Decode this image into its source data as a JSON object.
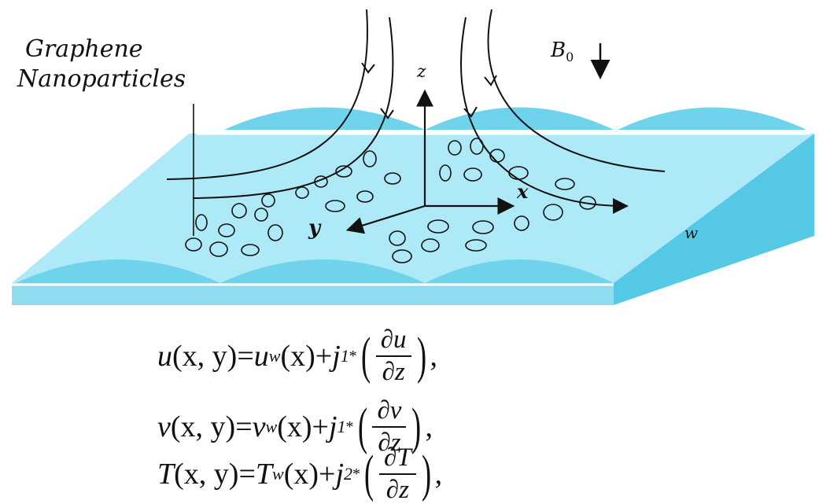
{
  "labels": {
    "graphene_line1": "Graphene",
    "graphene_line2": "Nanoparticles",
    "b0_main": "B",
    "b0_sub": "0",
    "axis_z": "z",
    "axis_x": "x",
    "axis_y": "y",
    "plate_edge": "w"
  },
  "equations": [
    {
      "lhs": "u",
      "args": "(x, y)",
      "eq": " = ",
      "wall": "u",
      "wall_sub": "w",
      "wall_arg": "(x)",
      "plus": " + ",
      "slip": "j",
      "slip_sub": "1",
      "slip_sup": "*",
      "num": "∂u",
      "den": "∂z",
      "tail": ","
    },
    {
      "lhs": "v",
      "args": "(x, y)",
      "eq": " = ",
      "wall": "v",
      "wall_sub": "w",
      "wall_arg": "(x)",
      "plus": " + ",
      "slip": "j",
      "slip_sub": "1",
      "slip_sup": "*",
      "num": "∂v",
      "den": "∂z",
      "tail": ","
    },
    {
      "lhs": "T",
      "args": "(x, y)",
      "eq": " = ",
      "wall": "T",
      "wall_sub": "w",
      "wall_arg": "(x)",
      "plus": " + ",
      "slip": "j",
      "slip_sub": "2",
      "slip_sup": "*",
      "num": "∂T",
      "den": "∂z",
      "tail": ","
    }
  ],
  "colors": {
    "plate": "#aee9f7",
    "plate_edge": "#55c8e6",
    "bubble": "#6fd3ec",
    "stroke": "#111111"
  }
}
